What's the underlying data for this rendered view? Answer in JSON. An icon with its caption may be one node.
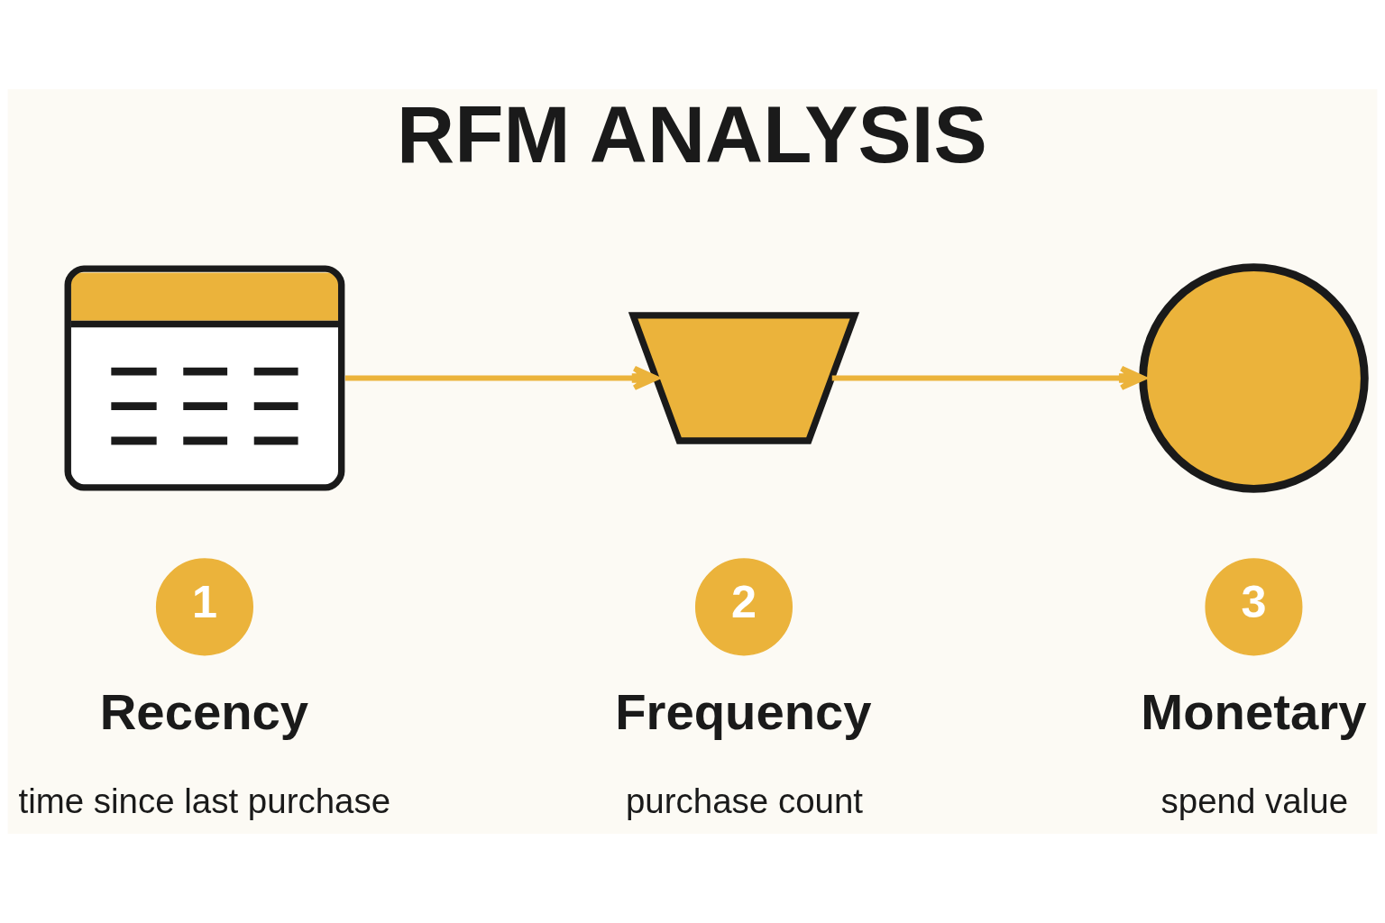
{
  "diagram": {
    "title": "RFM ANALYSIS",
    "nodes": [
      {
        "text": [],
        "shape": "picture"
      },
      {
        "text": [],
        "shape": "picture"
      },
      {
        "text": [],
        "shape": "circle"
      },
      {
        "text": [
          "1"
        ],
        "beside": [
          "Recency",
          "time since last purchase"
        ]
      },
      {
        "text": [
          "2"
        ],
        "beside": [
          "Frequency",
          "purchase count"
        ]
      },
      {
        "text": [
          "3"
        ],
        "beside": [
          "Monetary",
          "spend value"
        ]
      }
    ],
    "edges": [
      {
        "from": 0,
        "to": 1,
        "arrow": "to"
      },
      {
        "from": 1,
        "to": 2,
        "arrow": "to"
      }
    ]
  }
}
